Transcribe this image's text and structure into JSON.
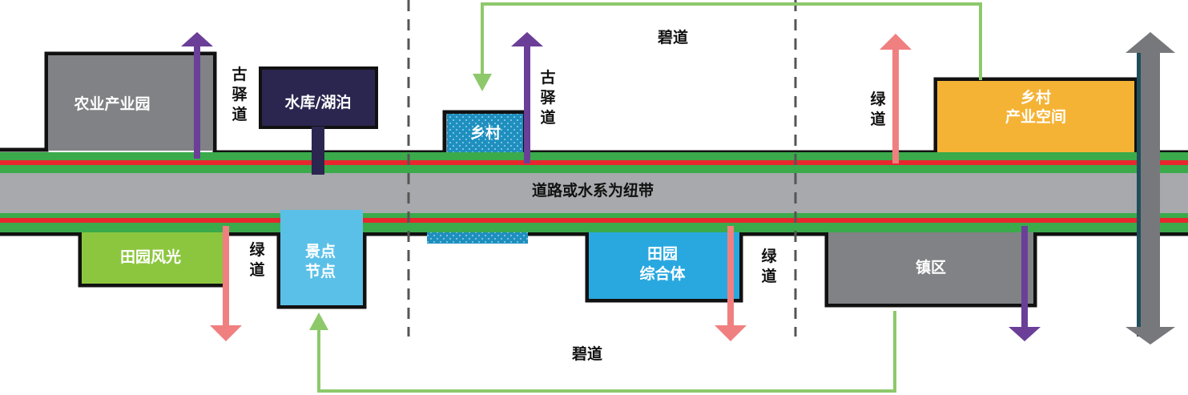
{
  "axis": {
    "label": "道路或水系为纽带"
  },
  "top_labels": {
    "agri_park": "农业产业园",
    "reservoir": "水库/湖泊",
    "village": "乡村",
    "village_space_line1": "乡村",
    "village_space_line2": "产业空间",
    "ancient_road_1": [
      "古",
      "驿",
      "道"
    ],
    "ancient_road_2": [
      "古",
      "驿",
      "道"
    ],
    "greenway_top": [
      "绿",
      "道"
    ],
    "bidao_top": "碧道"
  },
  "bottom_labels": {
    "pastoral_scenery": "田园风光",
    "scenic_line1": "景点",
    "scenic_line2": "节点",
    "pastoral_complex_line1": "田园",
    "pastoral_complex_line2": "综合体",
    "town": "镇区",
    "greenway_1": [
      "绿",
      "道"
    ],
    "greenway_2": [
      "绿",
      "道"
    ],
    "bidao_bottom": "碧道"
  },
  "colors": {
    "band_gray": "#a7a9ac",
    "band_green": "#3aaa4b",
    "band_red": "#e8262e",
    "agri_park": "#808285",
    "reservoir": "#2b2650",
    "village": "#1e8fbf",
    "village_space": "#f5b335",
    "pastoral_scenery": "#8cc63f",
    "scenic": "#5bc0e8",
    "pastoral_complex": "#29a8e0",
    "town": "#808285",
    "purple_arrow": "#6b3f98",
    "pink_arrow": "#f08080",
    "green_line": "#8dc96b",
    "gray_arrow": "#77787b",
    "outline": "#111111"
  },
  "icons": {
    "up_down": "double-headed-arrow-icon",
    "flow": "return-arrow-icon"
  }
}
